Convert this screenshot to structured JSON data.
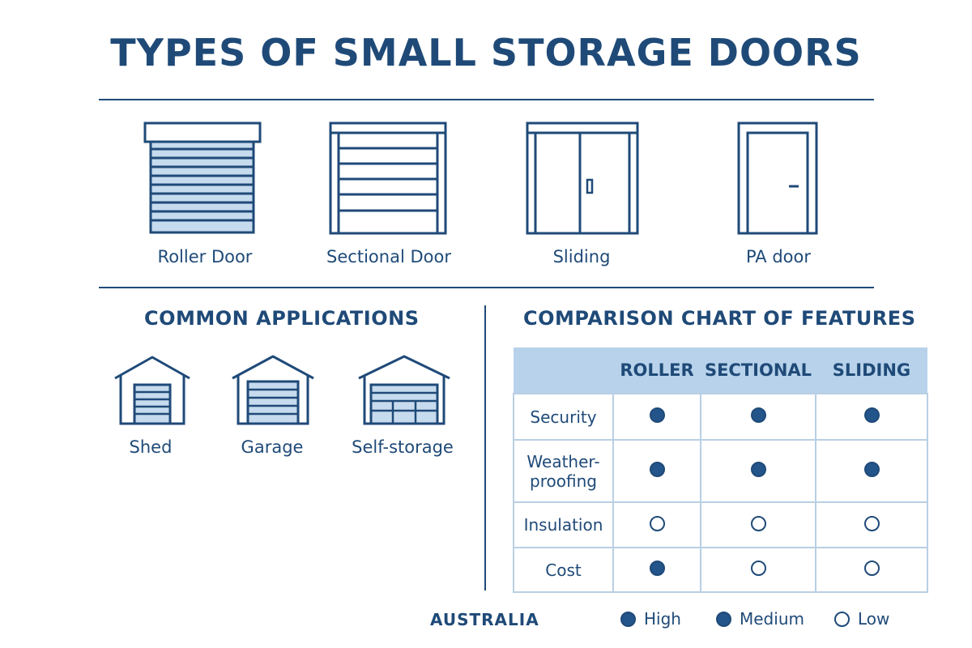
{
  "title": "TYPES OF SMALL STORAGE DOORS",
  "doors": [
    {
      "label": "Roller Door",
      "icon": "roller-door-icon"
    },
    {
      "label": "Sectional Door",
      "icon": "sectional-door-icon"
    },
    {
      "label": "Sliding",
      "icon": "sliding-door-icon"
    },
    {
      "label": "PA door",
      "icon": "pa-door-icon"
    }
  ],
  "applications": {
    "title": "COMMON APPLICATIONS",
    "items": [
      {
        "label": "Shed",
        "icon": "shed-icon"
      },
      {
        "label": "Garage",
        "icon": "garage-icon"
      },
      {
        "label": "Self-storage",
        "icon": "self-storage-icon"
      }
    ]
  },
  "comparison": {
    "title": "COMPARISON CHART OF FEATURES",
    "columns": [
      "ROLLER",
      "SECTIONAL",
      "SLIDING"
    ],
    "rows": [
      {
        "feature": "Security",
        "values": [
          "High",
          "High",
          "High"
        ]
      },
      {
        "feature": "Weather-\nproofing",
        "values": [
          "High",
          "High",
          "High"
        ]
      },
      {
        "feature": "Insulation",
        "values": [
          "Low",
          "Low",
          "Low"
        ]
      },
      {
        "feature": "Cost",
        "values": [
          "High",
          "Low",
          "Low"
        ]
      }
    ]
  },
  "legend": {
    "region": "AUSTRALIA",
    "items": [
      {
        "label": "High",
        "symbol": "filled"
      },
      {
        "label": "Medium",
        "symbol": "filled"
      },
      {
        "label": "Low",
        "symbol": "open"
      }
    ]
  },
  "colors": {
    "primary": "#1f4a78",
    "accent_fill": "#b7d2ea",
    "dot_fill": "#23548a"
  }
}
